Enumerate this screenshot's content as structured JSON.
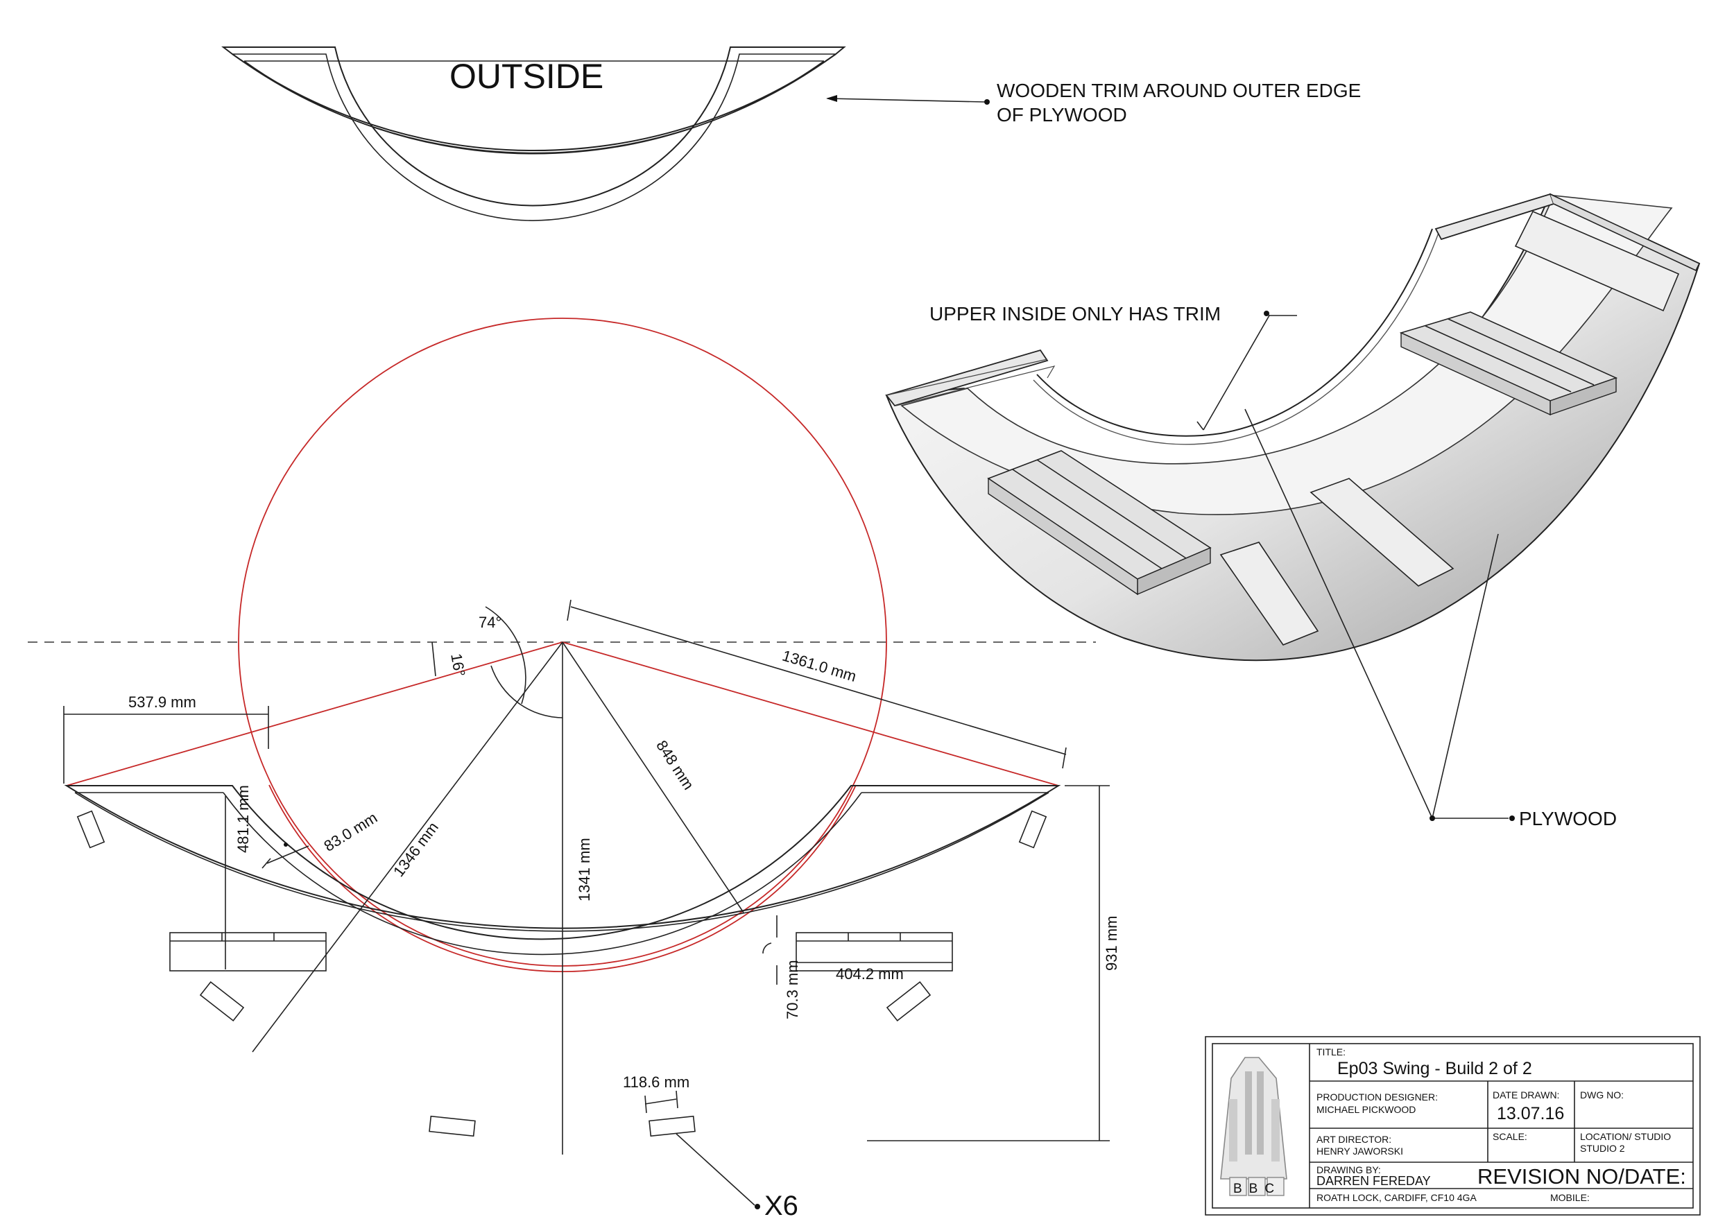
{
  "labels": {
    "outside": "OUTSIDE",
    "trim_note_line1": "WOODEN TRIM AROUND OUTER EDGE",
    "trim_note_line2": "OF PLYWOOD",
    "upper_inside": "UPPER INSIDE ONLY HAS TRIM",
    "plywood": "PLYWOOD",
    "count": "X6"
  },
  "dimensions": {
    "angle_top": "74°",
    "angle_side": "16°",
    "overall_span": "1361.0 mm",
    "left_width": "537.9 mm",
    "inner_radius": "848 mm",
    "trim_width": "83.0 mm",
    "outer_radius": "1346 mm",
    "center_height": "1341 mm",
    "seat_height": "481.1 mm",
    "total_height": "931 mm",
    "seat_width": "404.2 mm",
    "seat_gap": "70.3 mm",
    "block_width": "118.6 mm"
  },
  "title_block": {
    "title_label": "TITLE:",
    "title_value": "Ep03 Swing - Build 2 of 2",
    "production_designer_label": "PRODUCTION DESIGNER:",
    "production_designer_value": "MICHAEL PICKWOOD",
    "date_drawn_label": "DATE DRAWN:",
    "date_drawn_value": "13.07.16",
    "dwg_no_label": "DWG NO:",
    "art_director_label": "ART DIRECTOR:",
    "art_director_value": "HENRY JAWORSKI",
    "scale_label": "SCALE:",
    "location_label": "LOCATION/ STUDIO",
    "location_value": "STUDIO 2",
    "drawing_by_label": "DRAWING BY:",
    "drawing_by_value": "DARREN FEREDAY",
    "revision_label": "REVISION NO/DATE:",
    "address": "ROATH LOCK, CARDIFF, CF10 4GA",
    "mobile_label": "MOBILE:",
    "logo_text": "BBC"
  }
}
